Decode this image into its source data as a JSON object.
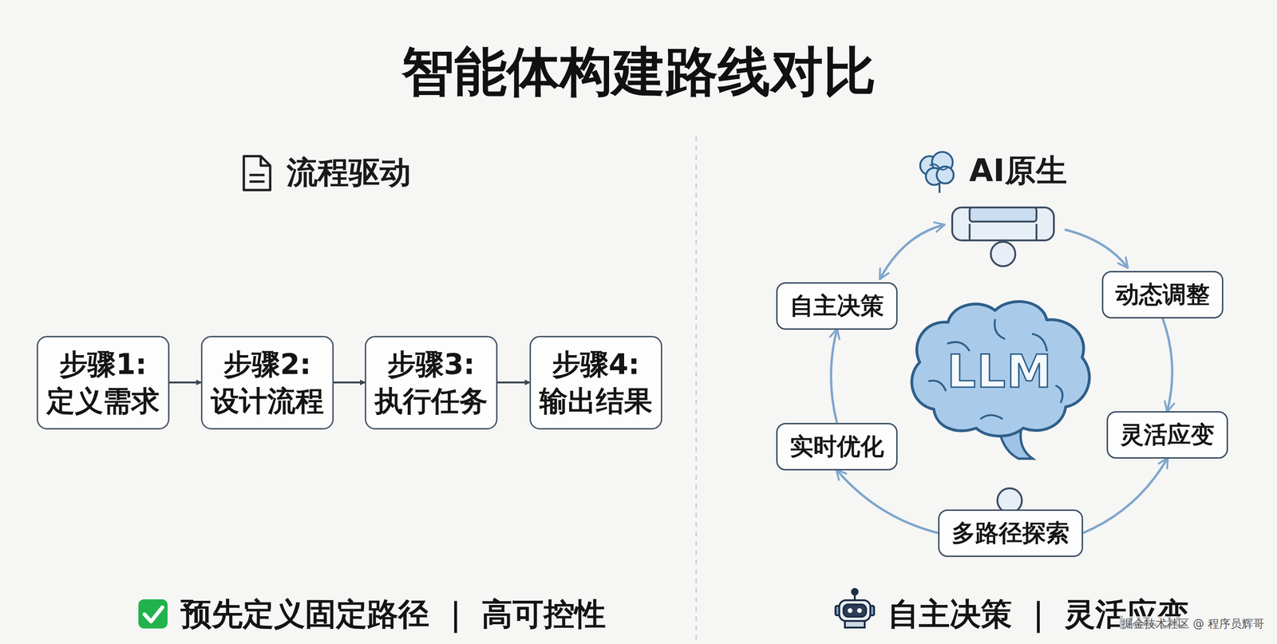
{
  "diagram": {
    "title": "智能体构建路线对比",
    "nodes": [
      {
        "text": [
          "步骤1: 定义需求"
        ]
      },
      {
        "text": [
          "步骤2: 设计流程"
        ]
      },
      {
        "text": [
          "步骤3: 执行任务"
        ]
      },
      {
        "text": [
          "步骤4: 输出结果"
        ]
      },
      {
        "text": [
          "自主决策"
        ]
      },
      {
        "text": [
          "动态调整"
        ]
      },
      {
        "text": [
          "LLM"
        ]
      },
      {
        "text": [
          "实时优化"
        ]
      },
      {
        "text": [
          "灵活应变"
        ]
      },
      {
        "text": [
          "多路径探索"
        ]
      }
    ],
    "edges": [
      {
        "from": 0,
        "to": 1,
        "arrow": "to"
      },
      {
        "from": 1,
        "to": 2,
        "arrow": "to"
      },
      {
        "from": 2,
        "to": 3,
        "arrow": "to"
      },
      {
        "from": 5,
        "to": 8,
        "arrow": "to"
      },
      {
        "from": 9,
        "to": 8,
        "arrow": "to"
      },
      {
        "from": 9,
        "to": 7,
        "arrow": "to"
      },
      {
        "from": 7,
        "to": 4,
        "arrow": "to"
      }
    ],
    "labels": [
      "流程驱动",
      "AI原生",
      "预先定义固定路径 ｜ 高可控性",
      "自主决策 ｜ 灵活应变",
      "掘金技术社区 @ 程序员辉哥"
    ]
  }
}
